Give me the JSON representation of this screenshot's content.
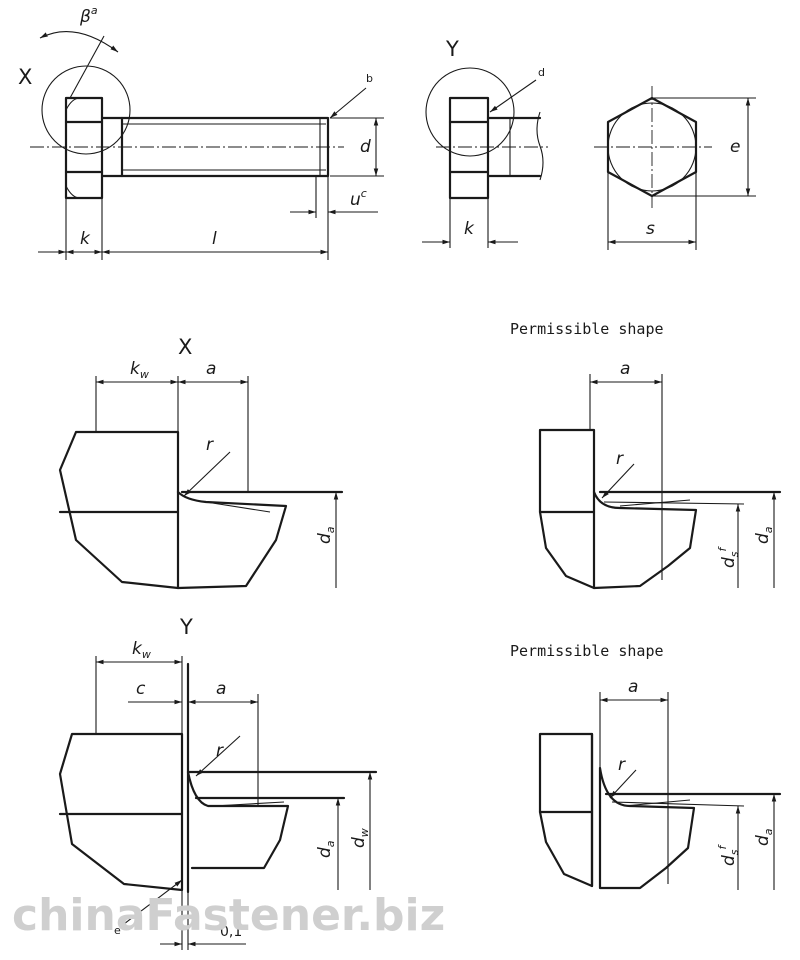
{
  "views": {
    "x": "X",
    "y": "Y"
  },
  "caption": "Permissible shape",
  "dims": {
    "beta": "β",
    "beta_sup": "a",
    "b": "b",
    "d_note": "d",
    "e_note": "e",
    "f_sup": "f",
    "k": "k",
    "l": "l",
    "d": "d",
    "u": "u",
    "u_sup": "c",
    "e": "e",
    "s": "s",
    "kw": "k",
    "w_sub": "w",
    "a": "a",
    "r": "r",
    "c": "c",
    "da": "d",
    "a_sub": "a",
    "ds": "d",
    "s_sub": "s",
    "dw": "d",
    "tol": "0,1"
  },
  "watermark": "chinaFastener.biz"
}
